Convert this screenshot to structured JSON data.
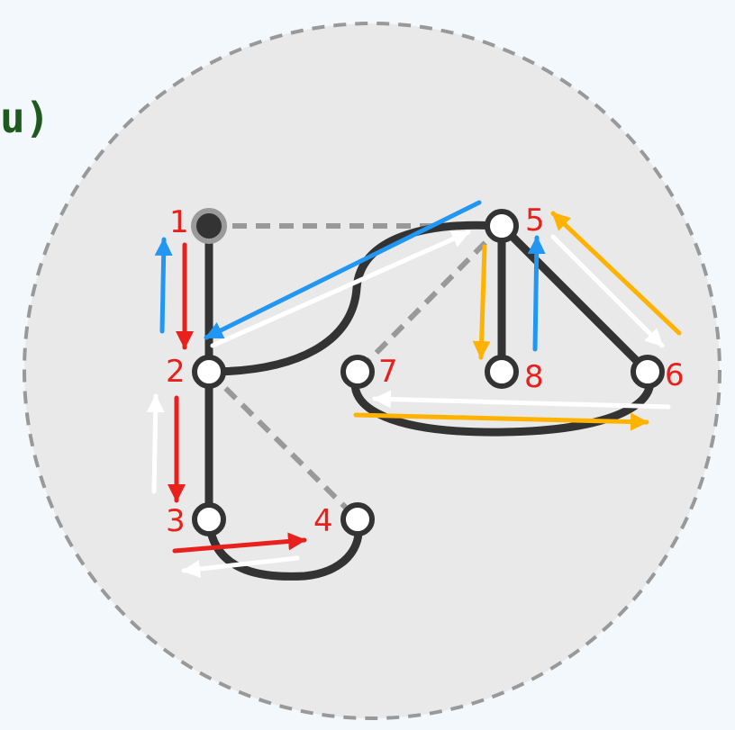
{
  "corner_label": "u)",
  "colors": {
    "page_bg": "#f3f8fc",
    "circle_fill": "#e9e9e9",
    "circle_stroke": "#999999",
    "edge": "#333333",
    "dashed_edge": "#999999",
    "label": "#e8211c",
    "red_arrow": "#e8211c",
    "blue_arrow": "#2196f3",
    "orange_arrow": "#ffb300",
    "white_arrow": "#ffffff"
  },
  "nodes": [
    {
      "id": "1",
      "label": "1",
      "filled": true
    },
    {
      "id": "2",
      "label": "2",
      "filled": false
    },
    {
      "id": "3",
      "label": "3",
      "filled": false
    },
    {
      "id": "4",
      "label": "4",
      "filled": false
    },
    {
      "id": "5",
      "label": "5",
      "filled": false
    },
    {
      "id": "6",
      "label": "6",
      "filled": false
    },
    {
      "id": "7",
      "label": "7",
      "filled": false
    },
    {
      "id": "8",
      "label": "8",
      "filled": false
    }
  ],
  "tree_edges": [
    {
      "from": "1",
      "to": "2"
    },
    {
      "from": "2",
      "to": "5"
    },
    {
      "from": "2",
      "to": "3"
    },
    {
      "from": "3",
      "to": "4"
    },
    {
      "from": "5",
      "to": "8"
    },
    {
      "from": "5",
      "to": "6"
    },
    {
      "from": "6",
      "to": "7"
    }
  ],
  "back_edges": [
    {
      "from": "1",
      "to": "5"
    },
    {
      "from": "2",
      "to": "4"
    },
    {
      "from": "5",
      "to": "7"
    }
  ],
  "traversal_arrows": [
    {
      "color": "red",
      "from": "1",
      "to": "2"
    },
    {
      "color": "blue",
      "from": "2",
      "to": "1"
    },
    {
      "color": "red",
      "from": "2",
      "to": "3"
    },
    {
      "color": "white",
      "from": "3",
      "to": "2"
    },
    {
      "color": "red",
      "from": "3",
      "to": "4"
    },
    {
      "color": "white",
      "from": "4",
      "to": "3"
    },
    {
      "color": "white",
      "from": "2",
      "to": "5"
    },
    {
      "color": "blue",
      "from": "5",
      "to": "2"
    },
    {
      "color": "orange",
      "from": "5",
      "to": "8"
    },
    {
      "color": "blue",
      "from": "8",
      "to": "5"
    },
    {
      "color": "white",
      "from": "5",
      "to": "6"
    },
    {
      "color": "orange",
      "from": "6",
      "to": "5"
    },
    {
      "color": "orange",
      "from": "7",
      "to": "6"
    },
    {
      "color": "white",
      "from": "6",
      "to": "7"
    }
  ]
}
